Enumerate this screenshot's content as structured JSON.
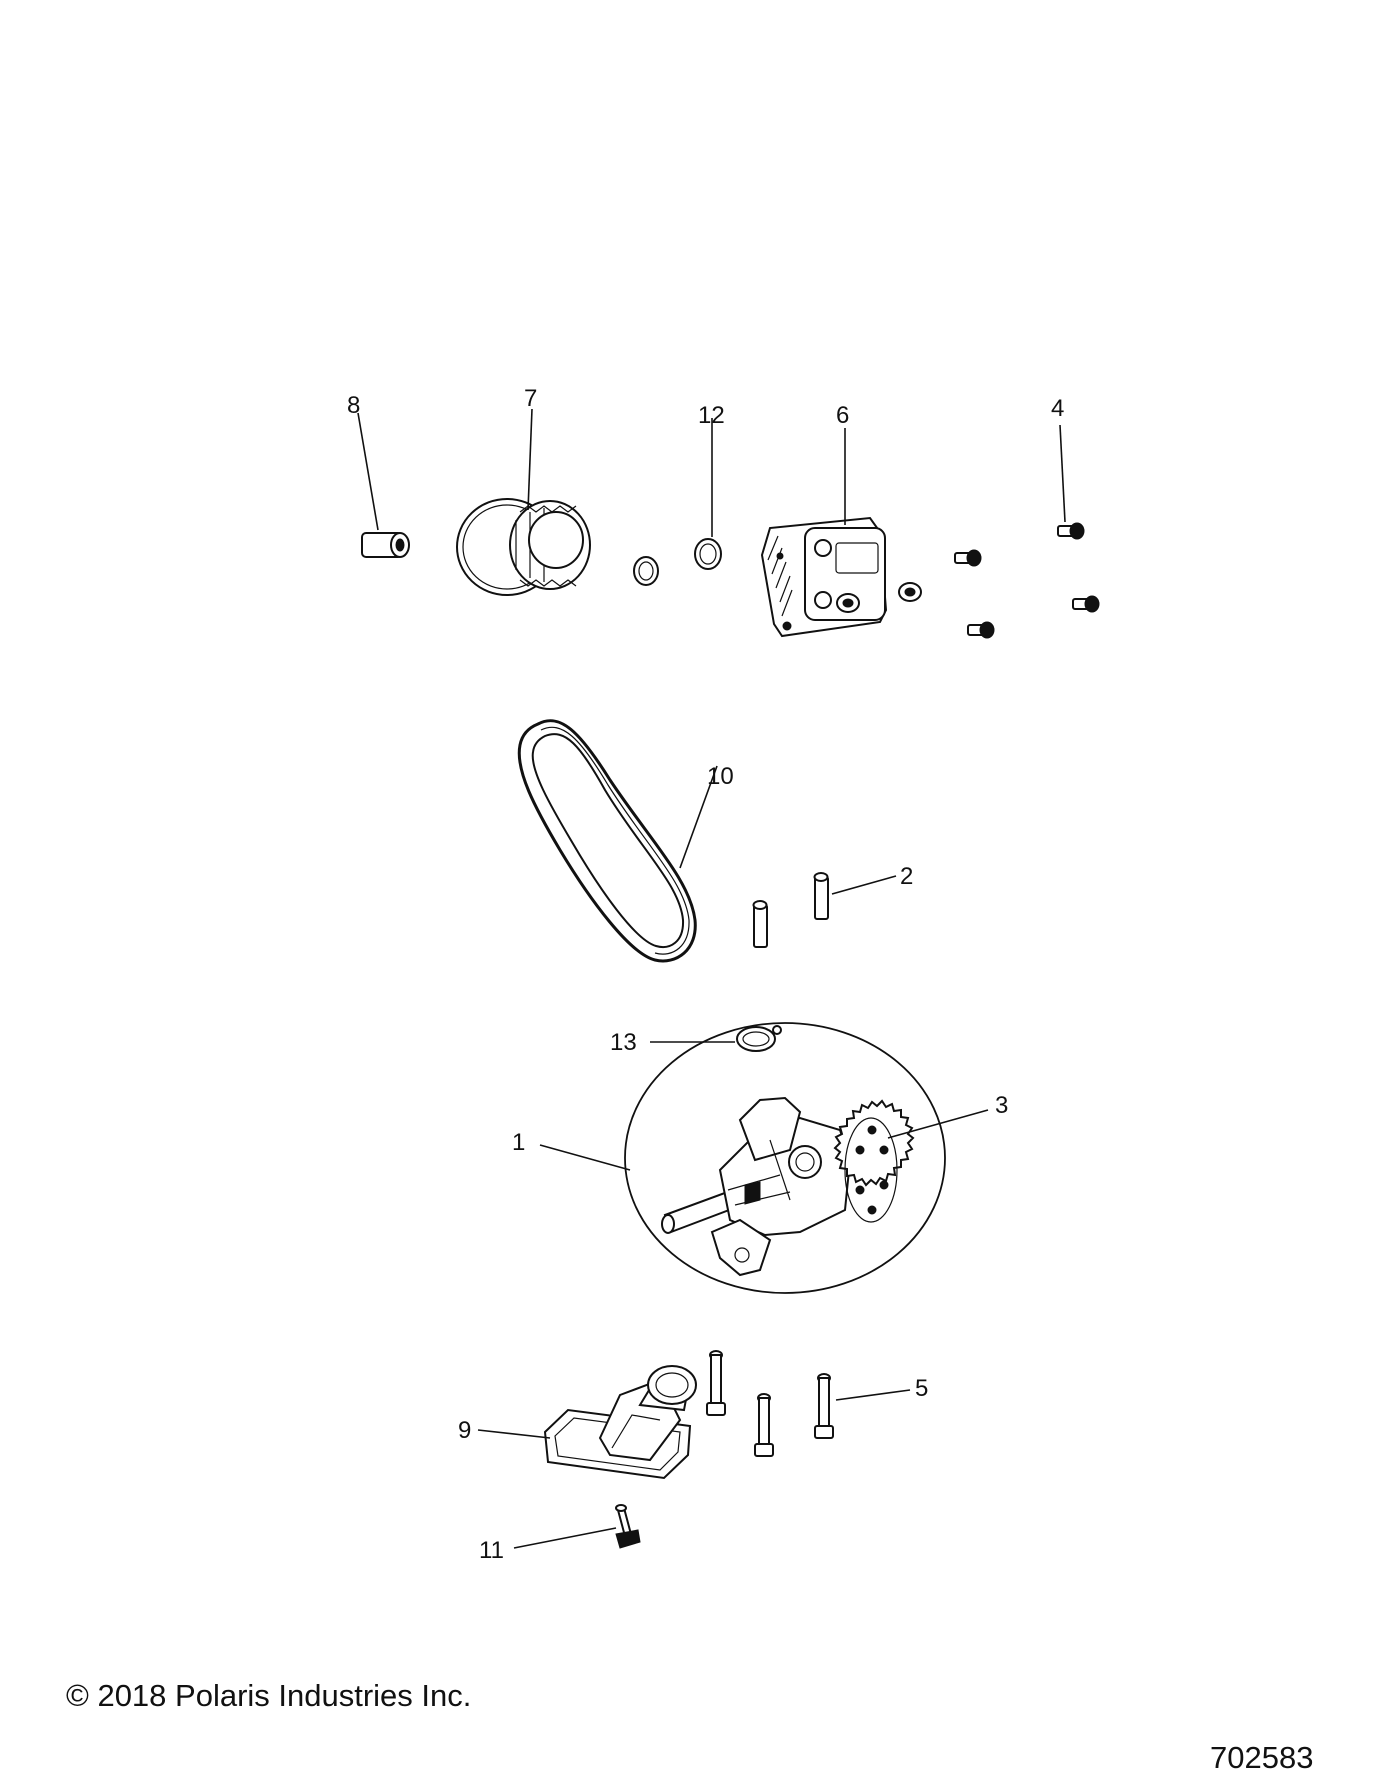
{
  "callouts": {
    "c1": "1",
    "c2": "2",
    "c3": "3",
    "c4": "4",
    "c5": "5",
    "c6": "6",
    "c7": "7",
    "c8": "8",
    "c9": "9",
    "c10": "10",
    "c11": "11",
    "c12": "12",
    "c13": "13"
  },
  "footer": {
    "copyright": "© 2018 Polaris Industries Inc.",
    "diagram_number": "702583"
  }
}
